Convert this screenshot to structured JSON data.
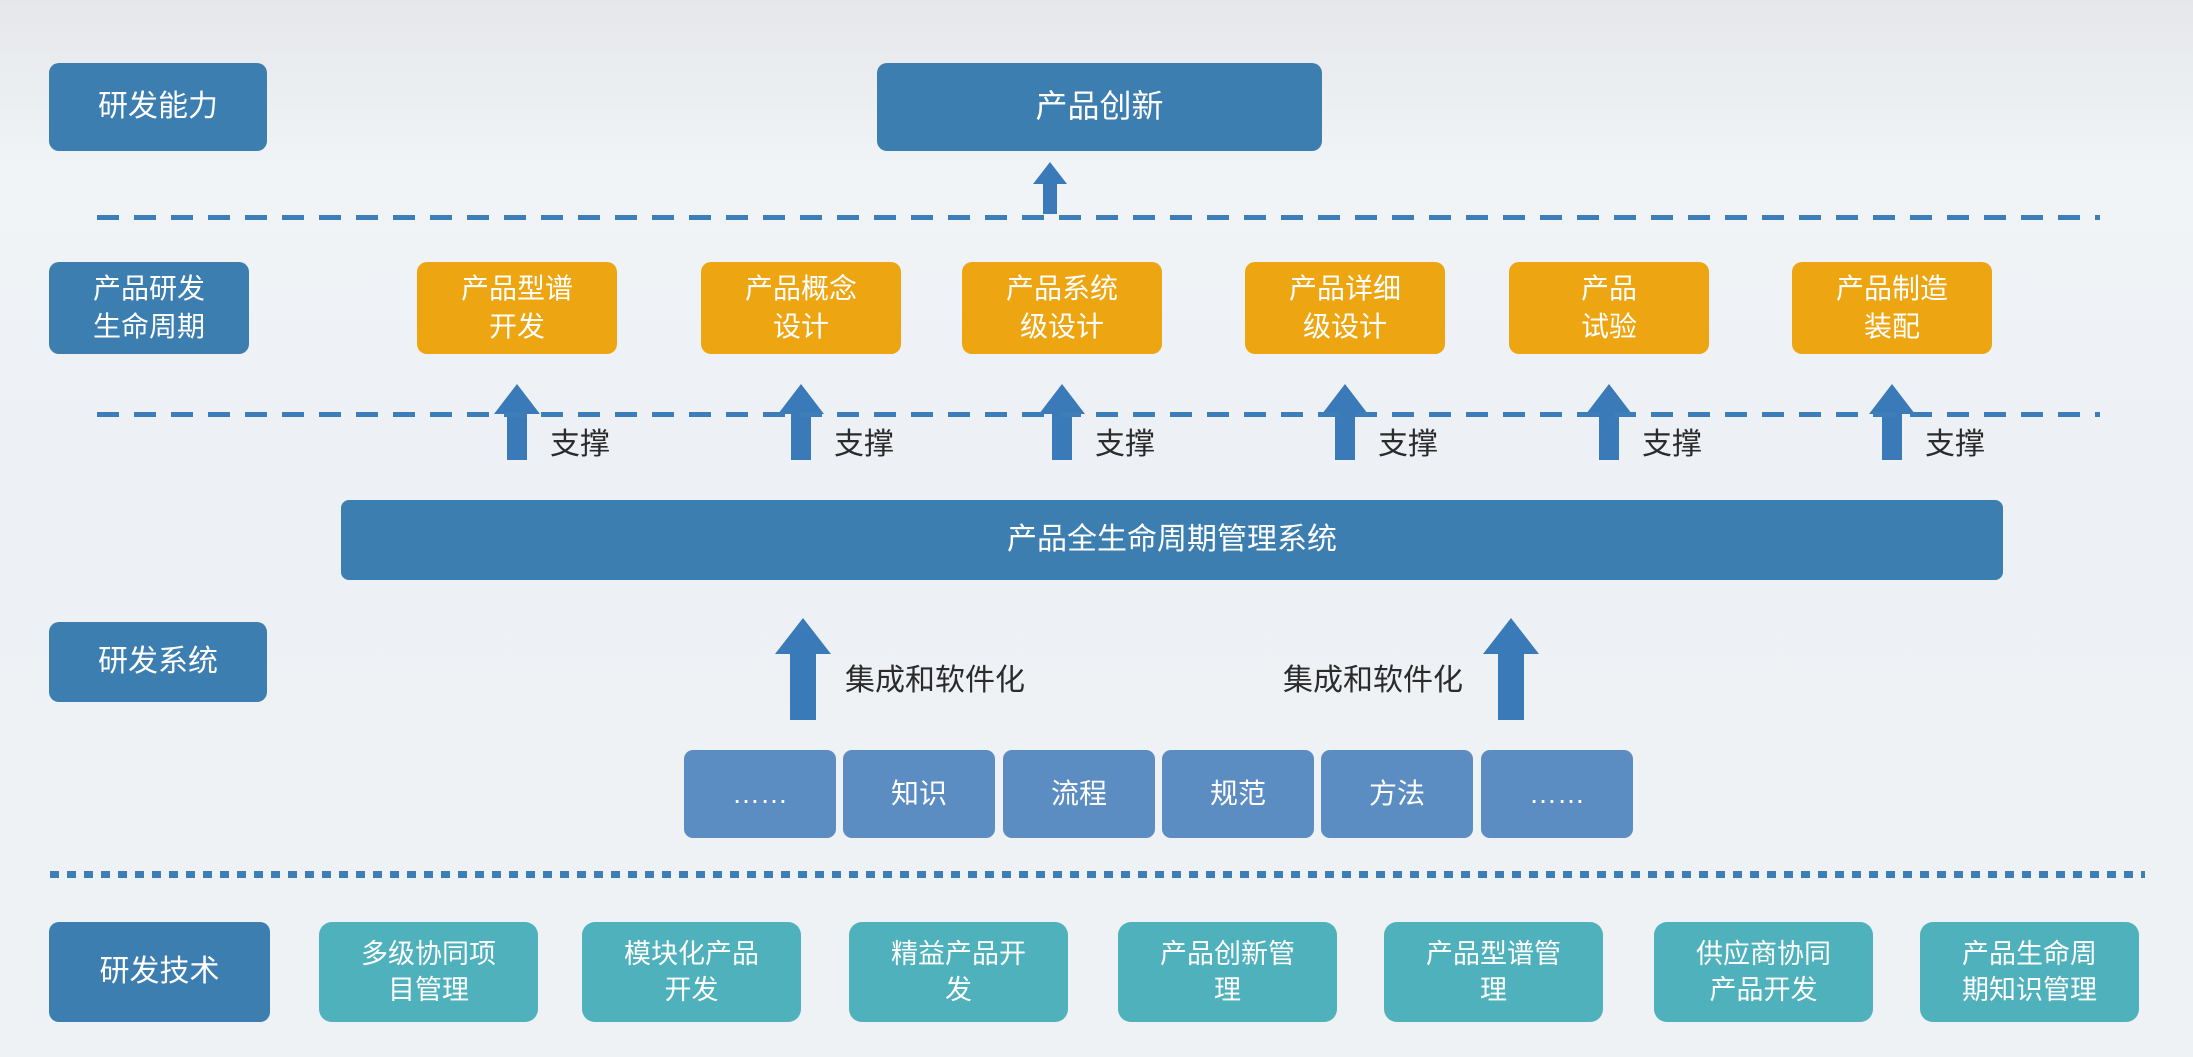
{
  "colors": {
    "steel_blue": "#3d7eb0",
    "orange": "#eda512",
    "teal": "#4fb1bc",
    "mid_blue": "#5c8dc2",
    "arrow_blue": "#3a7ab8",
    "dash_blue": "#3d7db8",
    "dark_text": "#2b2b2b",
    "box_text": "#ffffff"
  },
  "capability_row": {
    "label": "研发能力",
    "innovation": "产品创新"
  },
  "lifecycle_row": {
    "label": "产品研发\n生命周期",
    "stages": [
      {
        "label": "产品型谱\n开发"
      },
      {
        "label": "产品概念\n设计"
      },
      {
        "label": "产品系统\n级设计"
      },
      {
        "label": "产品详细\n级设计"
      },
      {
        "label": "产品\n试验"
      },
      {
        "label": "产品制造\n装配"
      }
    ],
    "support_label": "支撑"
  },
  "plm_bar": {
    "label": "产品全生命周期管理系统"
  },
  "system_row": {
    "label": "研发系统",
    "integration_label": "集成和软件化",
    "elements": [
      {
        "label": "……"
      },
      {
        "label": "知识"
      },
      {
        "label": "流程"
      },
      {
        "label": "规范"
      },
      {
        "label": "方法"
      },
      {
        "label": "……"
      }
    ]
  },
  "technology_row": {
    "label": "研发技术",
    "items": [
      {
        "label": "多级协同项\n目管理"
      },
      {
        "label": "模块化产品\n开发"
      },
      {
        "label": "精益产品开\n发"
      },
      {
        "label": "产品创新管\n理"
      },
      {
        "label": "产品型谱管\n理"
      },
      {
        "label": "供应商协同\n产品开发"
      },
      {
        "label": "产品生命周\n期知识管理"
      }
    ]
  }
}
